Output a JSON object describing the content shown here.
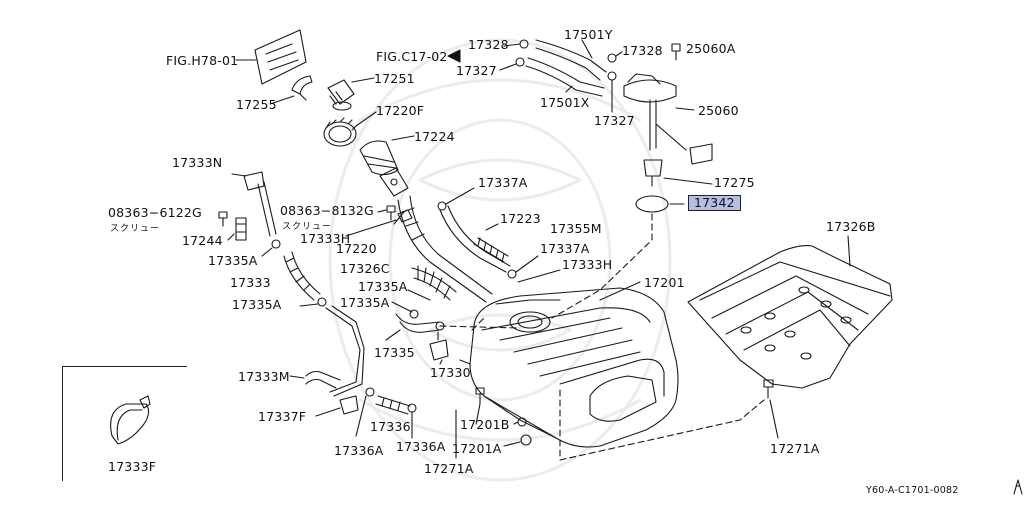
{
  "labels": {
    "fig_h78": "FIG.H78-01",
    "fig_c17": "FIG.C17-02",
    "p17255": "17255",
    "p17251": "17251",
    "p17220f": "17220F",
    "p17224": "17224",
    "p17328a": "17328",
    "p17327a": "17327",
    "p17501y": "17501Y",
    "p17501x": "17501X",
    "p17328b": "17328",
    "p25060a": "25060A",
    "p25060": "25060",
    "p17327b": "17327",
    "p17275": "17275",
    "p17342": "17342",
    "p17326b": "17326B",
    "p17333n": "17333N",
    "p08363_6122g": "08363−6122G",
    "screw1": "スクリュー",
    "p17244": "17244",
    "p17335a_1": "17335A",
    "p17333": "17333",
    "p17335a_2": "17335A",
    "p08363_8132g": "08363−8132G",
    "screw2": "スクリュー",
    "p17333h_1": "17333H",
    "p17337a_1": "17337A",
    "p17223": "17223",
    "p17355m": "17355M",
    "p17220": "17220",
    "p17337a_2": "17337A",
    "p17326c": "17326C",
    "p17333h_2": "17333H",
    "p17335a_3": "17335A",
    "p17335a_4": "17335A",
    "p17201": "17201",
    "p17335": "17335",
    "p17330": "17330",
    "p17333m": "17333M",
    "p17337f": "17337F",
    "p17336": "17336",
    "p17336a_1": "17336A",
    "p17336a_2": "17336A",
    "p17201b": "17201B",
    "p17201a": "17201A",
    "p17271a_1": "17271A",
    "p17271a_2": "17271A",
    "p17333f": "17333F",
    "diagram_id": "Y60-A-C1701-0082"
  },
  "highlight_color": "#b8bde6"
}
